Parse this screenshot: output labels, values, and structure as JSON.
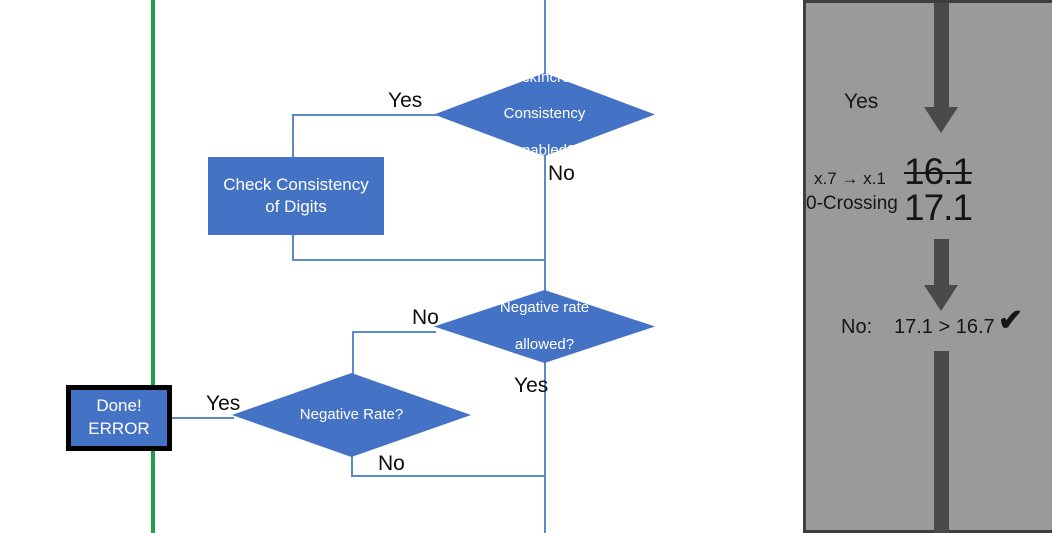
{
  "colors": {
    "shape_blue": "#4472C4",
    "connector_blue": "#5B8BC4",
    "divider_green": "#1F9E4B",
    "panel_gray": "#9A9A9A",
    "panel_border": "#3F3F3F",
    "panel_arrow": "#4A4A4A",
    "box_outline_black": "#000000",
    "text_white": "#FFFFFF",
    "text_black": "#0D0D0D"
  },
  "flowchart": {
    "nodes": {
      "check_increase": {
        "line1": "CheckIncrease",
        "line2": "Consistency",
        "line3": "enabled?"
      },
      "check_consistency_box": {
        "line1": "Check Consistency",
        "line2": "of Digits"
      },
      "negative_rate_allowed": {
        "line1": "Negative rate",
        "line2": "allowed?"
      },
      "negative_rate": {
        "line1": "Negative Rate?"
      },
      "done_error": {
        "line1": "Done!",
        "line2": "ERROR"
      }
    },
    "edge_labels": {
      "check_increase_yes": "Yes",
      "check_increase_no": "No",
      "negative_rate_allowed_no": "No",
      "negative_rate_allowed_yes": "Yes",
      "negative_rate_yes": "Yes",
      "negative_rate_no": "No"
    }
  },
  "panel": {
    "yes_label": "Yes",
    "rounding_label": "x.7 → x.1",
    "zero_crossing_label": "0-Crossing",
    "value_struck": "16.1",
    "value_current": "17.1",
    "no_label": "No:",
    "comparison": "17.1 > 16.7",
    "check_mark": "✔"
  }
}
